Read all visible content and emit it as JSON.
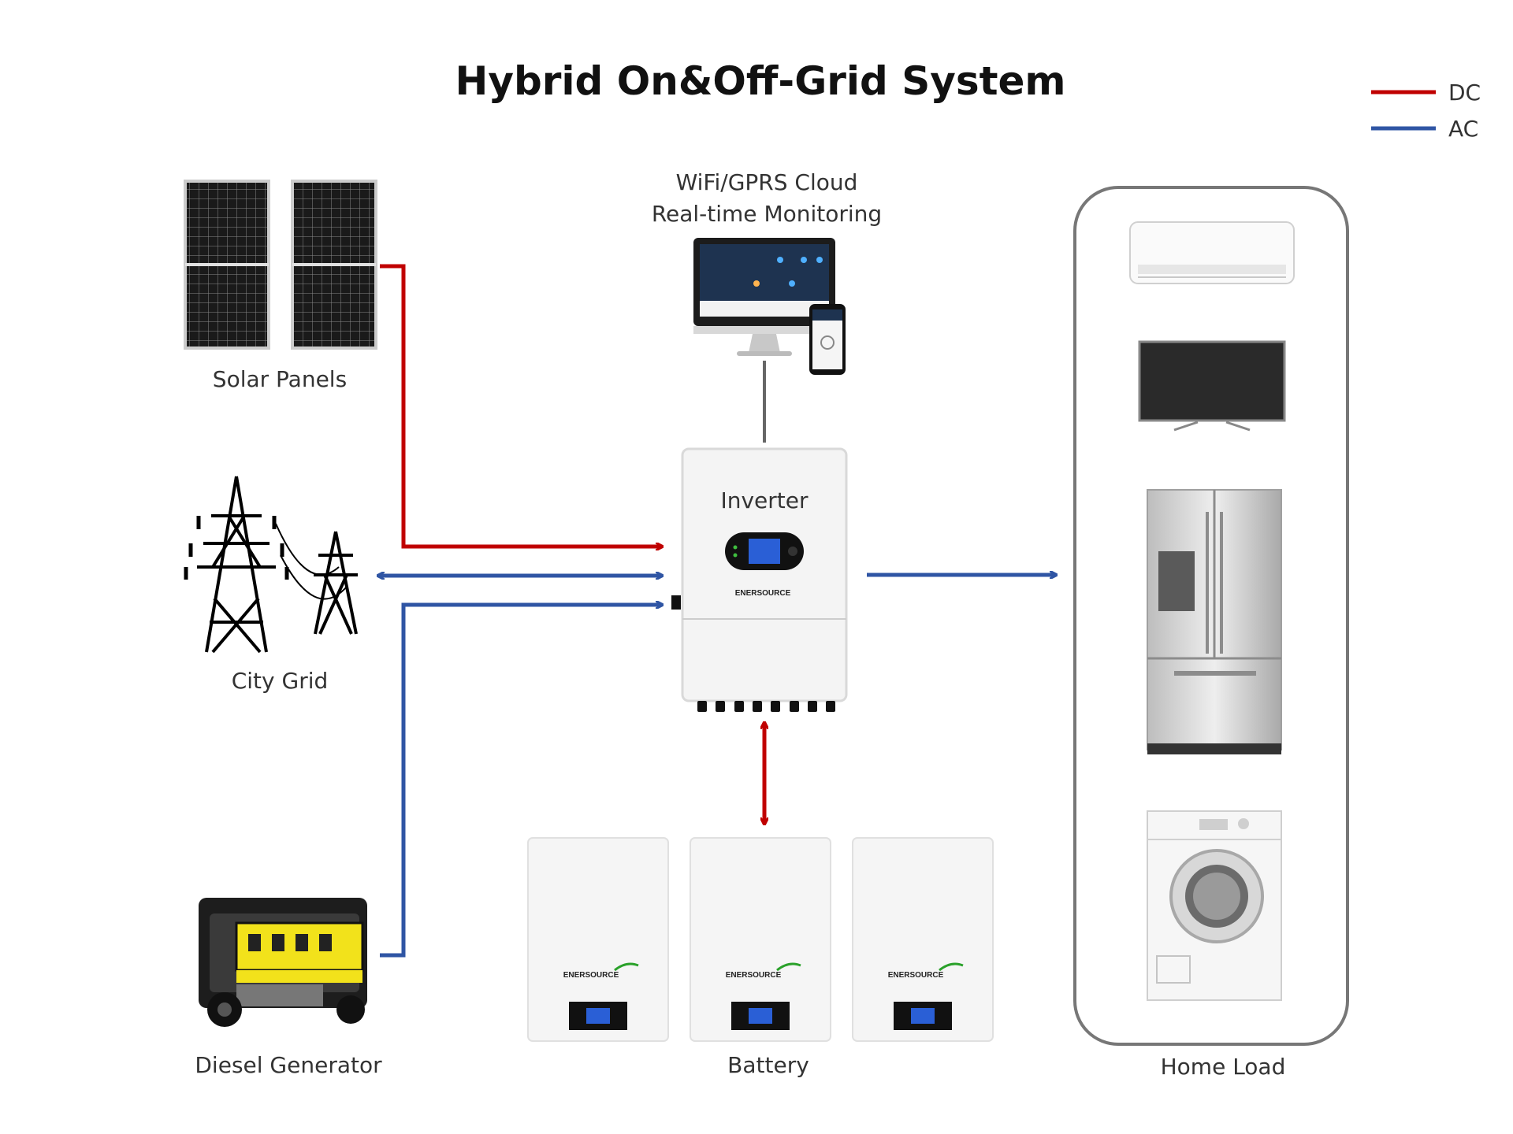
{
  "title": "Hybrid On&Off-Grid System",
  "legend": [
    {
      "label": "DC",
      "color": "#c00000"
    },
    {
      "label": "AC",
      "color": "#2f55a4"
    }
  ],
  "labels": {
    "solar": "Solar Panels",
    "grid": "City Grid",
    "generator": "Diesel Generator",
    "battery": "Battery",
    "home": "Home Load",
    "inverter": "Inverter",
    "monitoring_line1": "WiFi/GPRS Cloud",
    "monitoring_line2": "Real-time Monitoring"
  },
  "brand": "ENERSOURCE",
  "home_appliances": [
    "air-conditioner",
    "television",
    "refrigerator",
    "washing-machine"
  ],
  "colors": {
    "dc": "#c00000",
    "ac": "#2f55a4",
    "data_link": "#666666"
  }
}
